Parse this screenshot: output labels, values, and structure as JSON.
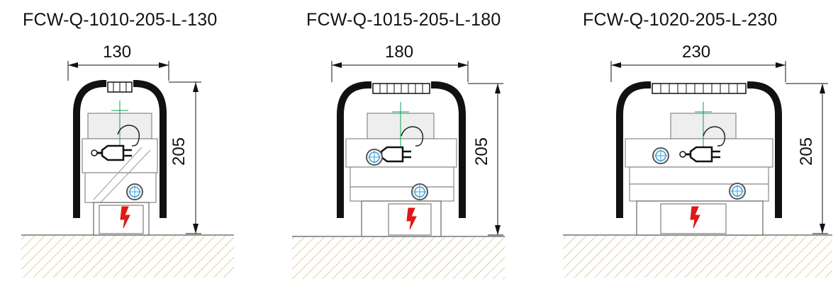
{
  "panels": [
    {
      "title": "FCW-Q-1010-205-L-130",
      "width_label": "130",
      "height_label": "205"
    },
    {
      "title": "FCW-Q-1015-205-L-180",
      "width_label": "180",
      "height_label": "205"
    },
    {
      "title": "FCW-Q-1020-205-L-230",
      "width_label": "230",
      "height_label": "205"
    }
  ],
  "colors": {
    "casing": "#111111",
    "hatch": "#c8b26a",
    "bolt": "#e01818",
    "axis": "#00a651",
    "pipe": "#3aa0d8"
  }
}
